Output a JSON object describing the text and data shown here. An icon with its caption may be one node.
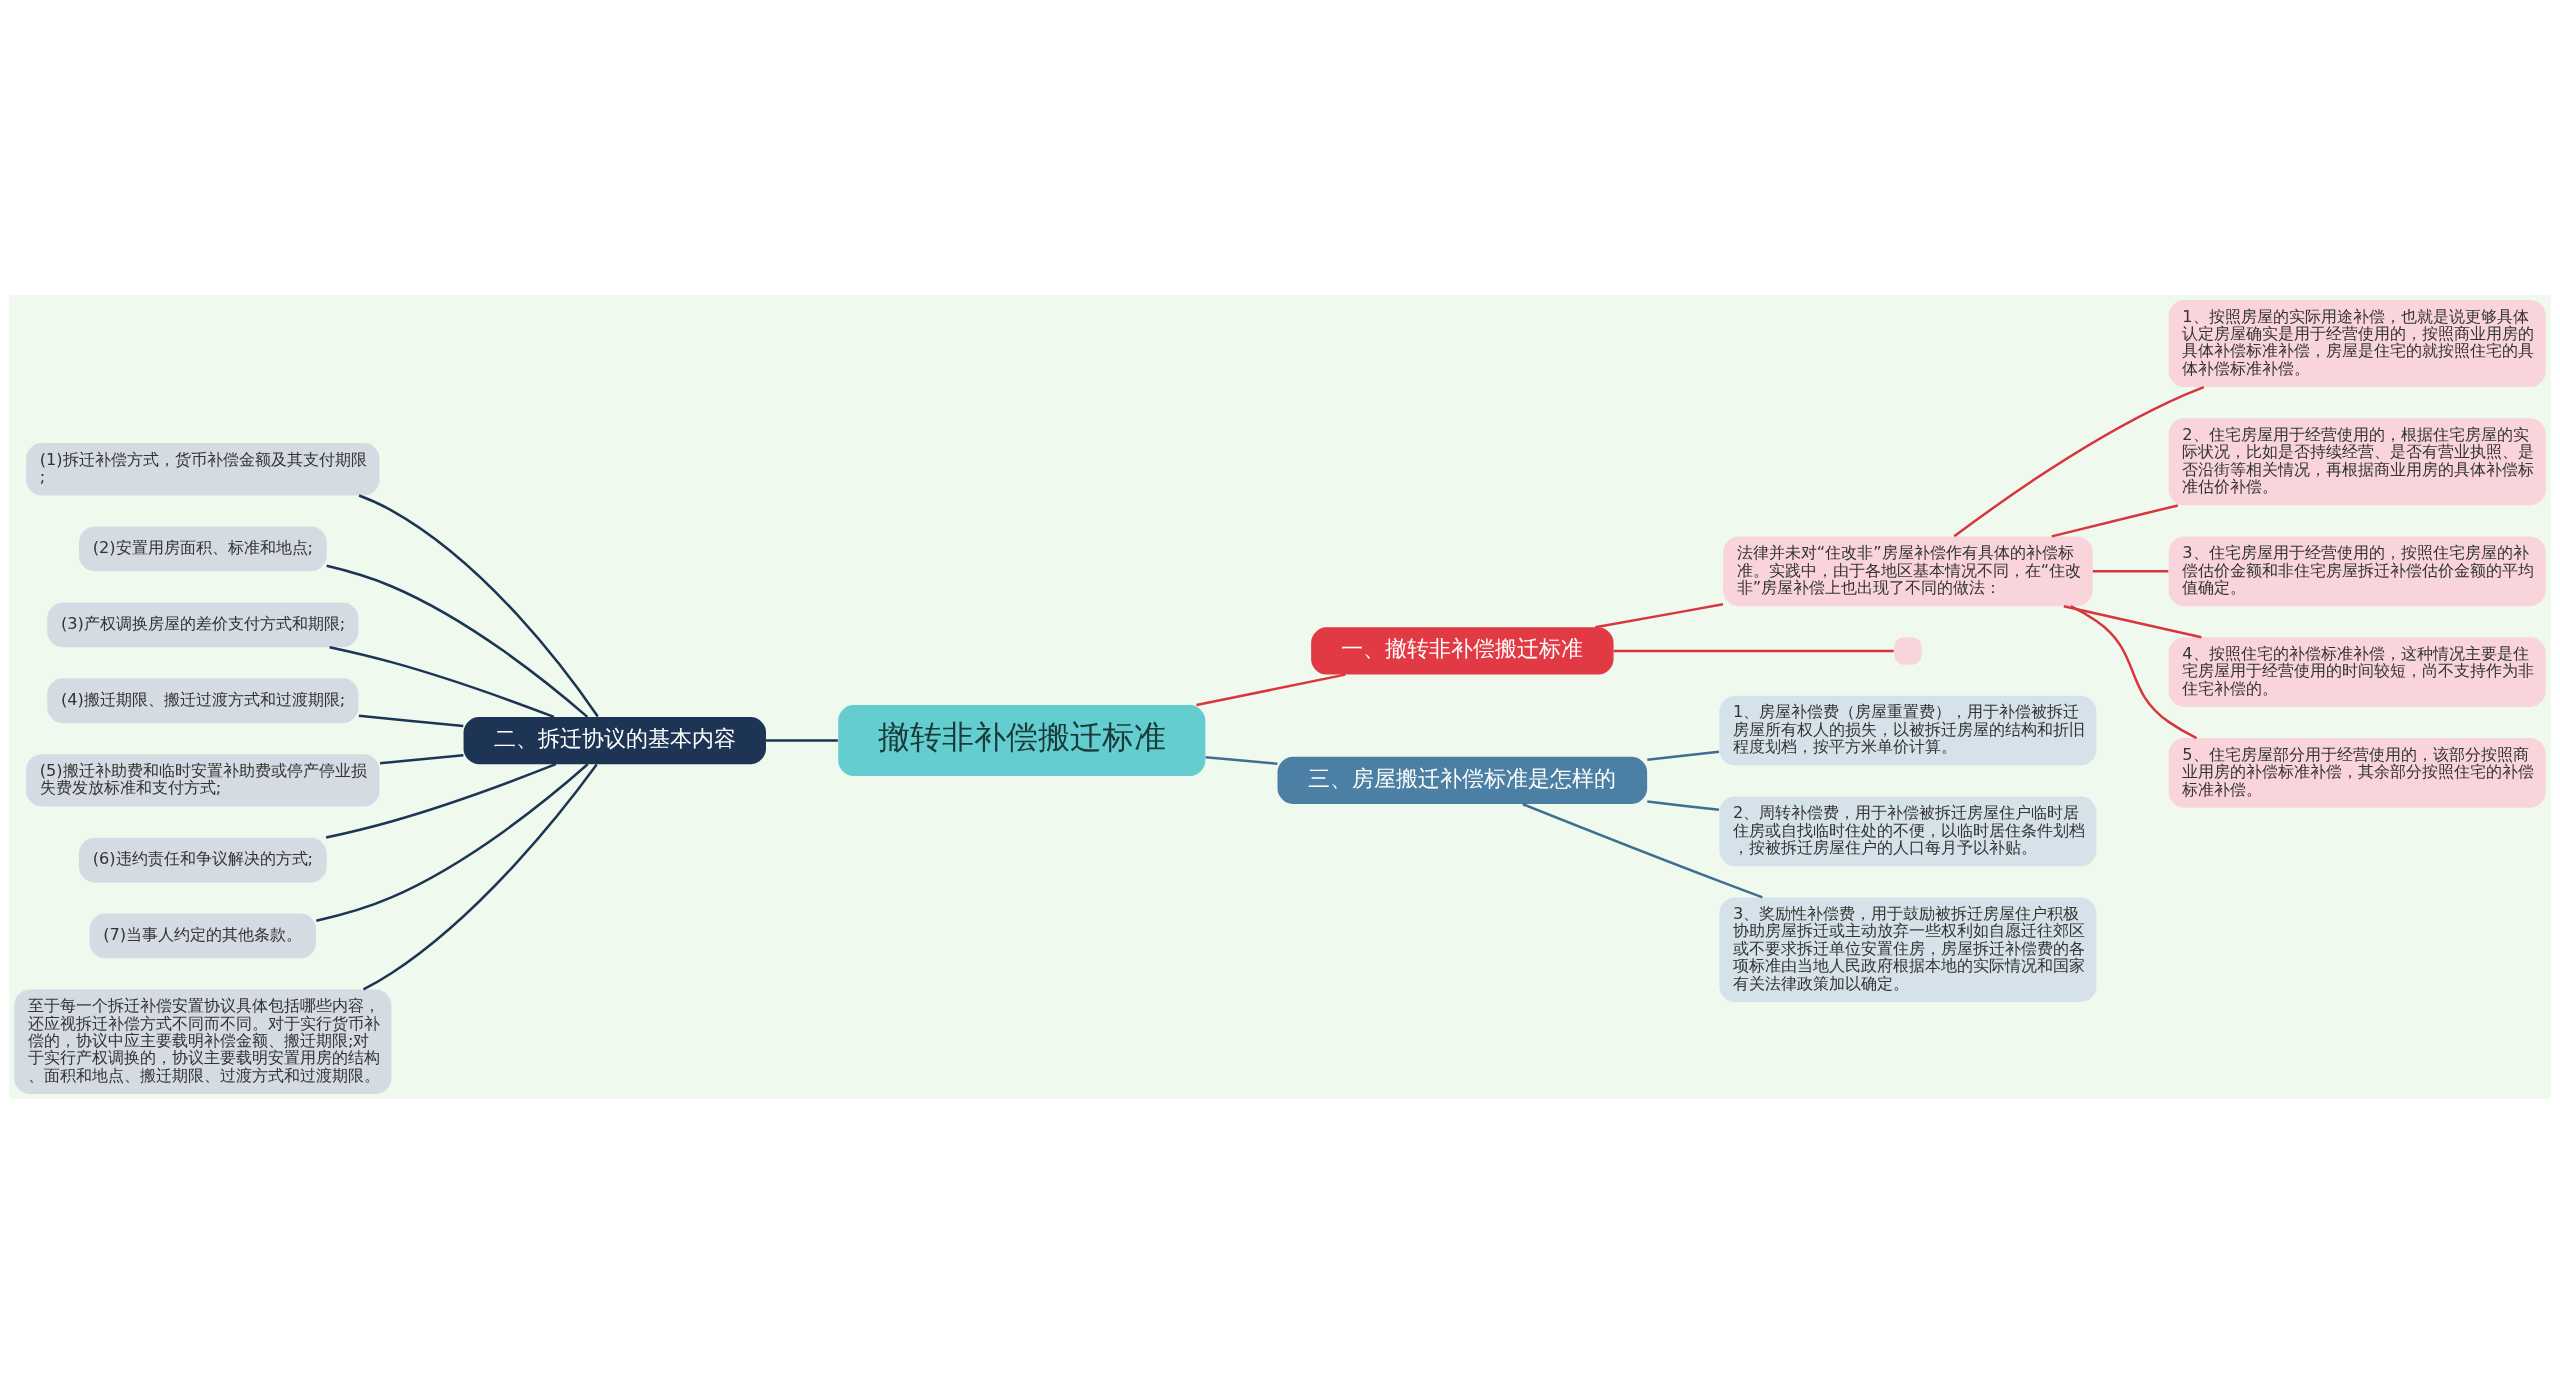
{
  "diagram": {
    "nodes": [
      {
        "text": [
          "撤转非补偿搬迁标准"
        ]
      },
      {
        "text": [
          "一、撤转非补偿搬迁标准"
        ]
      },
      {
        "text": [
          "法律并未对“住改非”房屋补偿作有具体的补偿标准。实践中，由于各地区基本情况不同，在“住改非”房屋补偿上也出现了不同的做法："
        ]
      },
      {
        "text": [
          "1、按照房屋的实际用途补偿，也就是说更够具体认定房屋确实是用于经营使用的，按照商业用房的具体补偿标准补偿，房屋是住宅的就按照住宅的具体补偿标准补偿。"
        ]
      },
      {
        "text": [
          "2、住宅房屋用于经营使用的，根据住宅房屋的实际状况，比如是否持续经营、是否有营业执照、是否沿街等相关情况，再根据商业用房的具体补偿标准估价补偿。"
        ]
      },
      {
        "text": [
          "3、住宅房屋用于经营使用的，按照住宅房屋的补偿估价金额和非住宅房屋拆迁补偿估价金额的平均值确定。"
        ]
      },
      {
        "text": [
          "4、按照住宅的补偿标准补偿，这种情况主要是住宅房屋用于经营使用的时间较短，尚不支持作为非住宅补偿的。"
        ]
      },
      {
        "text": [
          "5、住宅房屋部分用于经营使用的，该部分按照商业用房的补偿标准补偿，其余部分按照住宅的补偿标准补偿。"
        ]
      },
      {
        "text": [],
        "shape": "box"
      },
      {
        "text": [
          "二、拆迁协议的基本内容"
        ]
      },
      {
        "text": [
          "(1)拆迁补偿方式，货币补偿金额及其支付期限;"
        ]
      },
      {
        "text": [
          "(2)安置用房面积、标准和地点;"
        ]
      },
      {
        "text": [
          "(3)产权调换房屋的差价支付方式和期限;"
        ]
      },
      {
        "text": [
          "(4)搬迁期限、搬迁过渡方式和过渡期限;"
        ]
      },
      {
        "text": [
          "(5)搬迁补助费和临时安置补助费或停产停业损失费发放标准和支付方式;"
        ]
      },
      {
        "text": [
          "(6)违约责任和争议解决的方式;"
        ]
      },
      {
        "text": [
          "(7)当事人约定的其他条款。"
        ]
      },
      {
        "text": [
          "至于每一个拆迁补偿安置协议具体包括哪些内容，还应视拆迁补偿方式不同而不同。对于实行货币补偿的，协议中应主要载明补偿金额、搬迁期限;对于实行产权调换的，协议主要载明安置用房的结构、面积和地点、搬迁期限、过渡方式和过渡期限。"
        ]
      },
      {
        "text": [
          "三、房屋搬迁补偿标准是怎样的"
        ]
      },
      {
        "text": [
          "1、房屋补偿费（房屋重置费），用于补偿被拆迁房屋所有权人的损失，以被拆迁房屋的结构和折旧程度划档，按平方米单价计算。"
        ]
      },
      {
        "text": [
          "2、周转补偿费，用于补偿被拆迁房屋住户临时居住房或自找临时住处的不便，以临时居住条件划档，按被拆迁房屋住户的人口每月予以补贴。"
        ]
      },
      {
        "text": [
          "3、奖励性补偿费，用于鼓励被拆迁房屋住户积极协助房屋拆迁或主动放弃一些权利如自愿迁往郊区或不要求拆迁单位安置住房，房屋拆迁补偿费的各项标准由当地人民政府根据本地的实际情况和国家有关法律政策加以确定。"
        ]
      }
    ],
    "edges": [
      {
        "from": 0,
        "to": 1,
        "arrow": "none",
        "color": "#d9353f"
      },
      {
        "from": 1,
        "to": 2,
        "arrow": "none",
        "color": "#d9353f"
      },
      {
        "from": 2,
        "to": 3,
        "arrow": "none",
        "color": "#d9353f"
      },
      {
        "from": 2,
        "to": 4,
        "arrow": "none",
        "color": "#d9353f"
      },
      {
        "from": 2,
        "to": 5,
        "arrow": "none",
        "color": "#d9353f"
      },
      {
        "from": 2,
        "to": 6,
        "arrow": "none",
        "color": "#d9353f"
      },
      {
        "from": 2,
        "to": 7,
        "arrow": "none",
        "color": "#d9353f"
      },
      {
        "from": 1,
        "to": 8,
        "arrow": "none",
        "color": "#d9353f"
      },
      {
        "from": 0,
        "to": 9,
        "arrow": "none",
        "color": "#1c3553"
      },
      {
        "from": 9,
        "to": 10,
        "arrow": "none",
        "color": "#1c3553"
      },
      {
        "from": 9,
        "to": 11,
        "arrow": "none",
        "color": "#1c3553"
      },
      {
        "from": 9,
        "to": 12,
        "arrow": "none",
        "color": "#1c3553"
      },
      {
        "from": 9,
        "to": 13,
        "arrow": "none",
        "color": "#1c3553"
      },
      {
        "from": 9,
        "to": 14,
        "arrow": "none",
        "color": "#1c3553"
      },
      {
        "from": 9,
        "to": 15,
        "arrow": "none",
        "color": "#1c3553"
      },
      {
        "from": 9,
        "to": 16,
        "arrow": "none",
        "color": "#1c3553"
      },
      {
        "from": 9,
        "to": 17,
        "arrow": "none",
        "color": "#1c3553"
      },
      {
        "from": 0,
        "to": 18,
        "arrow": "none",
        "color": "#3f6e91"
      },
      {
        "from": 18,
        "to": 19,
        "arrow": "none",
        "color": "#3f6e91"
      },
      {
        "from": 18,
        "to": 20,
        "arrow": "none",
        "color": "#3f6e91"
      },
      {
        "from": 18,
        "to": 21,
        "arrow": "none",
        "color": "#3f6e91"
      }
    ]
  }
}
